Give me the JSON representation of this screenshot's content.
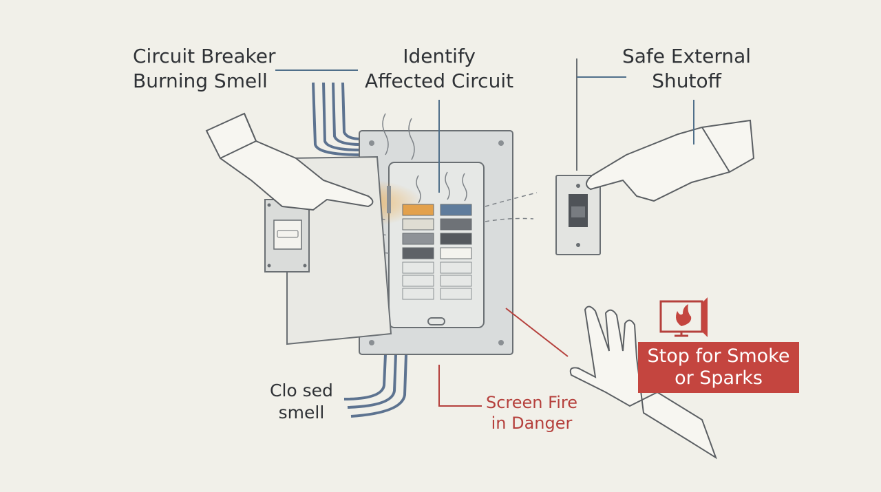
{
  "labels": {
    "circuit_breaker_line1": "Circuit Breaker",
    "circuit_breaker_line2": "Burning Smell",
    "identify_line1": "Identify",
    "identify_line2": "Affected Circuit",
    "shutoff_line1": "Safe External",
    "shutoff_line2": "Shutoff",
    "closed_line1": "Clo sed",
    "closed_line2": "smell",
    "screen_fire_line1": "Screen Fire",
    "screen_fire_line2": "in Danger",
    "stop_line1": "Stop for Smoke",
    "stop_line2": "or Sparks"
  },
  "icons": [
    "fire-monitor-icon"
  ],
  "colors": {
    "background": "#f1f0e9",
    "warning_red": "#c4453f",
    "callout_blue": "#4f6f8a",
    "heat_orange": "#e9a43b"
  }
}
